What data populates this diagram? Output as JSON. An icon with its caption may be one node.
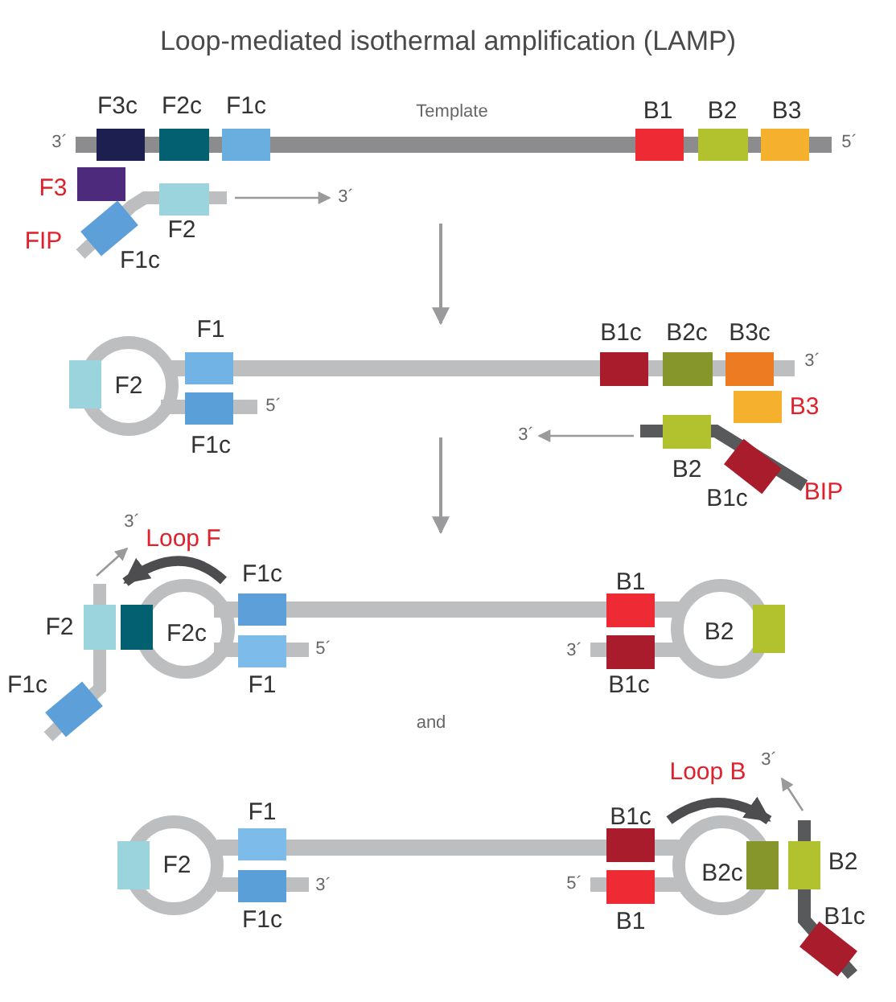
{
  "diagram": {
    "title": "Loop-mediated isothermal amplification (LAMP)",
    "labels": [
      "F3c",
      "F2c",
      "F1c",
      "Template",
      "B1",
      "B2",
      "B3",
      "3´",
      "5´",
      "F3",
      "3´",
      "F2",
      "FIP",
      "F1c",
      "F1",
      "B1c",
      "B2c",
      "B3c",
      "3´",
      "F2",
      "5´",
      "B3",
      "3´",
      "F1c",
      "B2",
      "B1c",
      "BIP",
      "3´",
      "Loop F",
      "F1c",
      "B1",
      "F2",
      "F2c",
      "B2",
      "5´",
      "3´",
      "F1c",
      "F1",
      "B1c",
      "and",
      "3´",
      "Loop B",
      "F1",
      "B1c",
      "F2",
      "B2",
      "B2c",
      "3´",
      "5´",
      "F1c",
      "B1",
      "B1c"
    ]
  }
}
